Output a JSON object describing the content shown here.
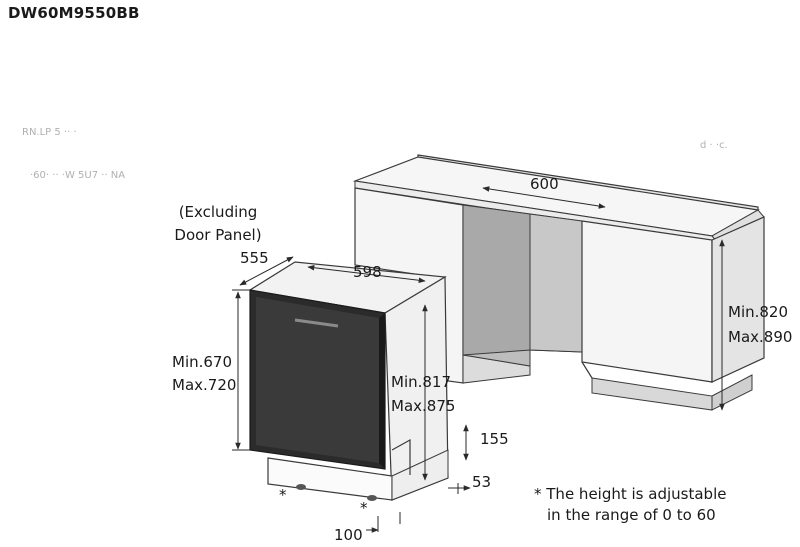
{
  "title": "DW60M9550BB",
  "labels": {
    "excluding_line1": "(Excluding",
    "excluding_line2": "Door Panel)",
    "depth": "555",
    "width": "598",
    "cabinet_width": "600",
    "height_min": "Min.670",
    "height_max": "Max.720",
    "niche_min": "Min.817",
    "niche_max": "Max.875",
    "counter_min": "Min.820",
    "counter_max": "Max.890",
    "plinth_height": "155",
    "plinth_offset": "53",
    "plinth_depth": "100",
    "asterisk_1": "*",
    "asterisk_2": "*"
  },
  "footnote": {
    "line1": "* The height is adjustable",
    "line2": "in the range of 0 to 60"
  },
  "colors": {
    "line": "#3a3a3a",
    "cabinet_fill": "#f4f4f4",
    "recess_fill": "#bdbdbd",
    "appliance_fill": "#fafafa"
  }
}
